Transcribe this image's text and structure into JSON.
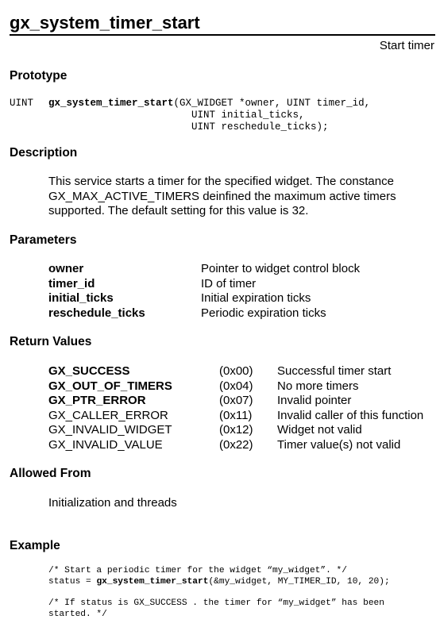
{
  "title": "gx_system_timer_start",
  "subtitle": "Start timer",
  "sections": {
    "prototype": "Prototype",
    "description": "Description",
    "parameters": "Parameters",
    "return_values": "Return Values",
    "allowed_from": "Allowed From",
    "example": "Example"
  },
  "prototype": {
    "return_type": "UINT",
    "function_name": "gx_system_timer_start",
    "line1_args": "(GX_WIDGET *owner, UINT timer_id,",
    "line2": "UINT initial_ticks,",
    "line3": "UINT reschedule_ticks);"
  },
  "description": {
    "line1": "This service starts a timer for the specified widget. The constance",
    "line2": "GX_MAX_ACTIVE_TIMERS deinfined the maximum active timers",
    "line3": "supported. The default setting for this value is 32."
  },
  "parameters": [
    {
      "name": "owner",
      "desc": "Pointer to widget control block"
    },
    {
      "name": "timer_id",
      "desc": "ID of timer"
    },
    {
      "name": "initial_ticks",
      "desc": "Initial expiration ticks"
    },
    {
      "name": "reschedule_ticks",
      "desc": "Periodic expiration ticks"
    }
  ],
  "return_values": [
    {
      "name": "GX_SUCCESS",
      "code": "(0x00)",
      "desc": "Successful timer start"
    },
    {
      "name": "GX_OUT_OF_TIMERS",
      "code": "(0x04)",
      "desc": "No more timers"
    },
    {
      "name": "GX_PTR_ERROR",
      "code": "(0x07)",
      "desc": "Invalid pointer"
    },
    {
      "name": "GX_CALLER_ERROR",
      "code": "(0x11)",
      "desc": "Invalid caller of this function"
    },
    {
      "name": "GX_INVALID_WIDGET",
      "code": "(0x12)",
      "desc": "Widget not valid"
    },
    {
      "name": "GX_INVALID_VALUE",
      "code": "(0x22)",
      "desc": "Timer value(s) not valid"
    }
  ],
  "allowed_from": "Initialization and threads",
  "example": {
    "line1": "/* Start a periodic timer for the widget “my_widget”. */",
    "line2_prefix": "status = ",
    "line2_func": "gx_system_timer_start",
    "line2_args": "(&my_widget, MY_TIMER_ID, 10, 20);",
    "line3": "/* If status is GX_SUCCESS . the timer for “my_widget” has been",
    "line4": "started. */"
  }
}
